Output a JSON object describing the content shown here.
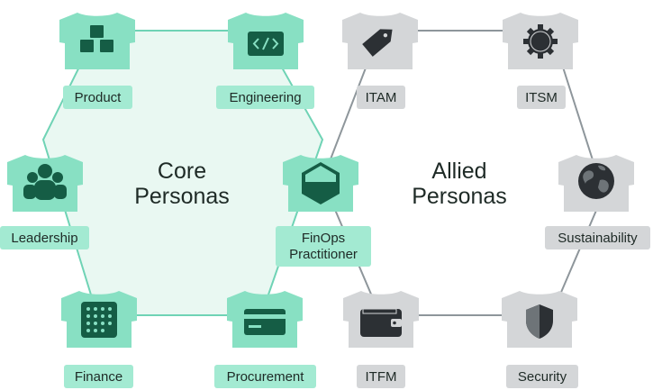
{
  "colors": {
    "core_fill": "#e9f8f2",
    "core_stroke": "#6fd3b5",
    "core_shirt": "#88e0c3",
    "core_label_bg": "#a3ead2",
    "core_icon": "#155d45",
    "allied_stroke": "#8e969b",
    "allied_shirt": "#d4d6d8",
    "allied_label_bg": "#d4d6d8",
    "allied_icon": "#2c3034"
  },
  "core": {
    "title_line1": "Core",
    "title_line2": "Personas",
    "personas": [
      {
        "label": "Product",
        "icon": "boxes-icon"
      },
      {
        "label": "Engineering",
        "icon": "code-icon"
      },
      {
        "label": "Leadership",
        "icon": "team-icon"
      },
      {
        "label": "Finance",
        "icon": "calculator-icon"
      },
      {
        "label": "Procurement",
        "icon": "credit-card-icon"
      }
    ]
  },
  "center": {
    "label_line1": "FinOps",
    "label_line2": "Practitioner",
    "icon": "badge-icon"
  },
  "allied": {
    "title_line1": "Allied",
    "title_line2": "Personas",
    "personas": [
      {
        "label": "ITAM",
        "icon": "tag-icon"
      },
      {
        "label": "ITSM",
        "icon": "gear-icon"
      },
      {
        "label": "Sustainability",
        "icon": "globe-icon"
      },
      {
        "label": "ITFM",
        "icon": "wallet-icon"
      },
      {
        "label": "Security",
        "icon": "shield-icon"
      }
    ]
  }
}
